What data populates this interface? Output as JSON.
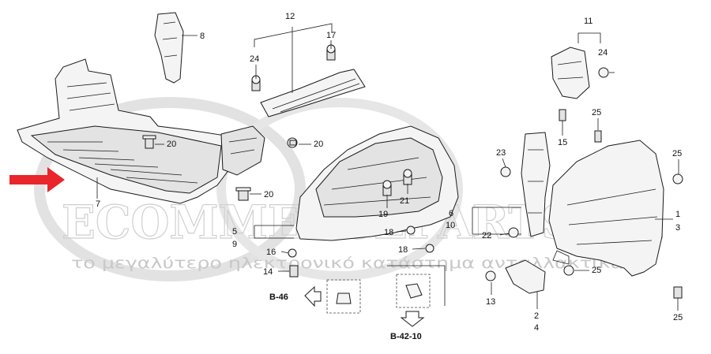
{
  "watermark": {
    "brand": "ECOMMERCEPARTS.GR",
    "tagline": "το μεγαλύτερο ηλεκτρονικό κατάστημα ανταλλακτικών"
  },
  "callouts": {
    "c1": "1",
    "c2": "2",
    "c3": "3",
    "c4": "4",
    "c5": "5",
    "c6": "6",
    "c7": "7",
    "c8": "8",
    "c9": "9",
    "c10": "10",
    "c11": "11",
    "c12": "12",
    "c13": "13",
    "c14": "14",
    "c15": "15",
    "c16": "16",
    "c17": "17",
    "c18a": "18",
    "c18b": "18",
    "c19": "19",
    "c20a": "20",
    "c20b": "20",
    "c20c": "20",
    "c21": "21",
    "c22": "22",
    "c23": "23",
    "c24a": "24",
    "c24b": "24",
    "c25a": "25",
    "c25b": "25",
    "c25c": "25",
    "c25d": "25"
  },
  "references": {
    "ref_left": "B-46",
    "ref_bottom": "B-42-10"
  },
  "colors": {
    "arrow": "#e8262b",
    "line": "#1a1a1a"
  }
}
